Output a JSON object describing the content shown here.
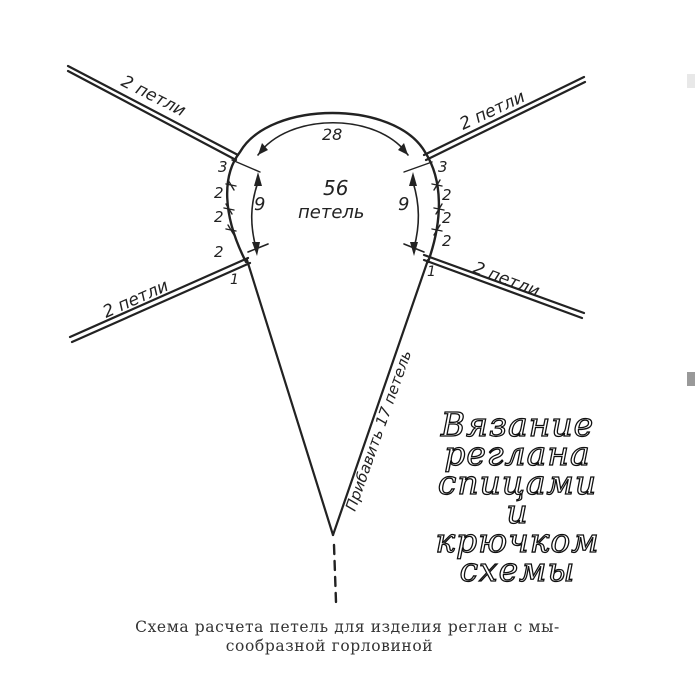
{
  "diagram": {
    "labels": {
      "upper_left_strip": "2 петли",
      "upper_right_strip": "2 петли",
      "lower_left_strip": "2 петли",
      "lower_right_strip": "2 петли",
      "arc_top_count": "28",
      "center_count": "56",
      "center_unit": "петель",
      "left_side_count": "9",
      "right_side_count": "9",
      "left_marks": [
        "3",
        "2",
        "2",
        "2",
        "1"
      ],
      "right_marks": [
        "3",
        "2",
        "2",
        "2",
        "1"
      ],
      "right_diagonal_note": "Прибавить 17 петель"
    },
    "watermark": {
      "lines": [
        "Вязание",
        "реглана",
        "спицами",
        "и",
        "крючком",
        "схемы"
      ]
    },
    "caption": {
      "line1": "Схема расчета петель для изделия реглан с мы-",
      "line2": "сообразной горловиной"
    },
    "colors": {
      "ink": "#222222",
      "background": "#ffffff"
    }
  }
}
